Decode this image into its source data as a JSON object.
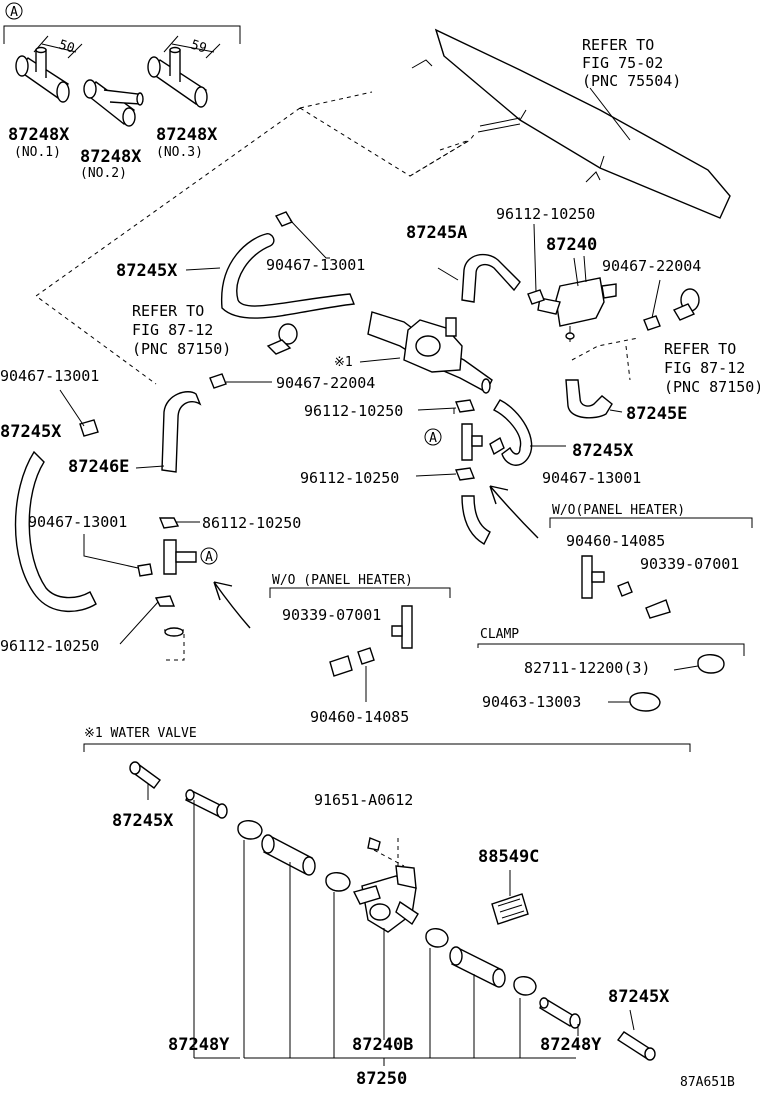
{
  "circle_marker": "A",
  "inset": {
    "dim_1": "50",
    "dim_2": "59",
    "parts": [
      {
        "number": "87248X",
        "note": "(NO.1)"
      },
      {
        "number": "87248X",
        "note": "(NO.2)"
      },
      {
        "number": "87248X",
        "note": "(NO.3)"
      }
    ]
  },
  "refers": {
    "top": [
      "REFER TO",
      "FIG 75-02",
      "(PNC 75504)"
    ],
    "left": [
      "REFER TO",
      "FIG 87-12",
      "(PNC 87150)"
    ],
    "right": [
      "REFER TO",
      "FIG 87-12",
      "(PNC 87150)"
    ]
  },
  "labels": {
    "p96112_top": "96112-10250",
    "p87245A": "87245A",
    "p87240": "87240",
    "p90467_22004_r": "90467-22004",
    "p87245X_1": "87245X",
    "p90467_13001_1": "90467-13001",
    "star1": "※1",
    "p90467_22004_l": "90467-22004",
    "p90467_13001_2": "90467-13001",
    "p87245X_2": "87245X",
    "p96112_m1": "96112-10250",
    "p87245E": "87245E",
    "p87245X_3": "87245X",
    "p87246E": "87246E",
    "p96112_m2": "96112-10250",
    "p90467_13001_3": "90467-13001",
    "p90467_13001_4": "90467-13001",
    "p86112": "86112-10250",
    "p96112_m3": "96112-10250",
    "p90460_r": "90460-14085",
    "p90339_r": "90339-07001",
    "p90339_l": "90339-07001",
    "p90460_l": "90460-14085",
    "p82711": "82711-12200(3)",
    "p90463": "90463-13003"
  },
  "sections": {
    "wo_panel_heater_right": "W/O(PANEL HEATER)",
    "wo_panel_heater_left": "W/O (PANEL HEATER)",
    "clamp": "CLAMP",
    "water_valve": "※1 WATER VALVE"
  },
  "water_valve": {
    "p87245X_top": "87245X",
    "p91651": "91651-A0612",
    "p88549C": "88549C",
    "p87245X_right": "87245X",
    "p87248Y_left": "87248Y",
    "p87240B": "87240B",
    "p87248Y_right": "87248Y",
    "p87250": "87250"
  },
  "figure_code": "87A651B"
}
